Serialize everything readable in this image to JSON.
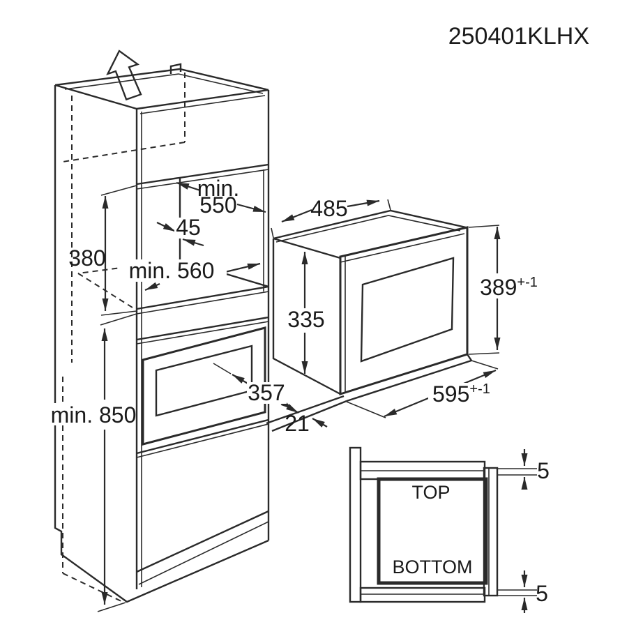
{
  "title": "250401KLHX",
  "colors": {
    "line": "#2a2a2a",
    "text": "#1a1a1a",
    "background": "#ffffff"
  },
  "cabinet": {
    "dims": {
      "niche_depth_min_line1": "min.",
      "niche_depth_min_line2": "550",
      "rear_clearance": "45",
      "niche_height": "380",
      "niche_width_min": "min. 560",
      "installation_height_min": "min. 850"
    }
  },
  "microwave": {
    "dims": {
      "body_depth": "485",
      "body_height": "335",
      "front_height": "389",
      "front_height_tol": "+-1",
      "front_width": "595",
      "front_width_tol": "+-1",
      "door_inset": "357",
      "frame_overlap": "21"
    }
  },
  "detail": {
    "top_label": "TOP",
    "bottom_label": "BOTTOM",
    "gap_top": "5",
    "gap_bottom": "5"
  }
}
